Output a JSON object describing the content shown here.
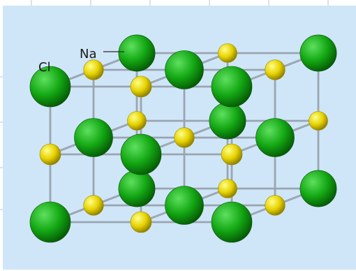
{
  "diagram": {
    "labels": {
      "chloride": "Cl",
      "sodium": "Na"
    },
    "colors": {
      "background": "#cfe6f8",
      "grid_line": "#7f8ea0",
      "bond": "#b8b8b8",
      "chloride_light": "#5fe05f",
      "chloride_mid": "#14a814",
      "chloride_dark": "#045a04",
      "sodium_light": "#ffff8a",
      "sodium_mid": "#e6d200",
      "sodium_dark": "#8a7a00"
    },
    "icons": {
      "chloride": "green-sphere",
      "sodium": "yellow-sphere"
    }
  }
}
